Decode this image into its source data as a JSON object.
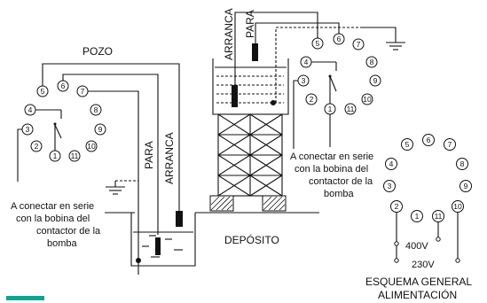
{
  "labels": {
    "pozo": "POZO",
    "deposito": "DEPÓSITO",
    "para": "PARA",
    "arranca": "ARRANCA",
    "conectar_line1": "A conectar en serie",
    "conectar_line2": "con la bobina del",
    "conectar_line3": "contactor de la",
    "conectar_line4": "bomba",
    "esquema_line1": "ESQUEMA GENERAL",
    "esquema_line2": "ALIMENTACIÓN",
    "v400": "400V",
    "v230": "230V"
  },
  "pins": [
    "1",
    "2",
    "3",
    "4",
    "5",
    "6",
    "7",
    "8",
    "9",
    "10",
    "11"
  ],
  "colors": {
    "accent": "#0aa58e",
    "ink": "#111111"
  }
}
